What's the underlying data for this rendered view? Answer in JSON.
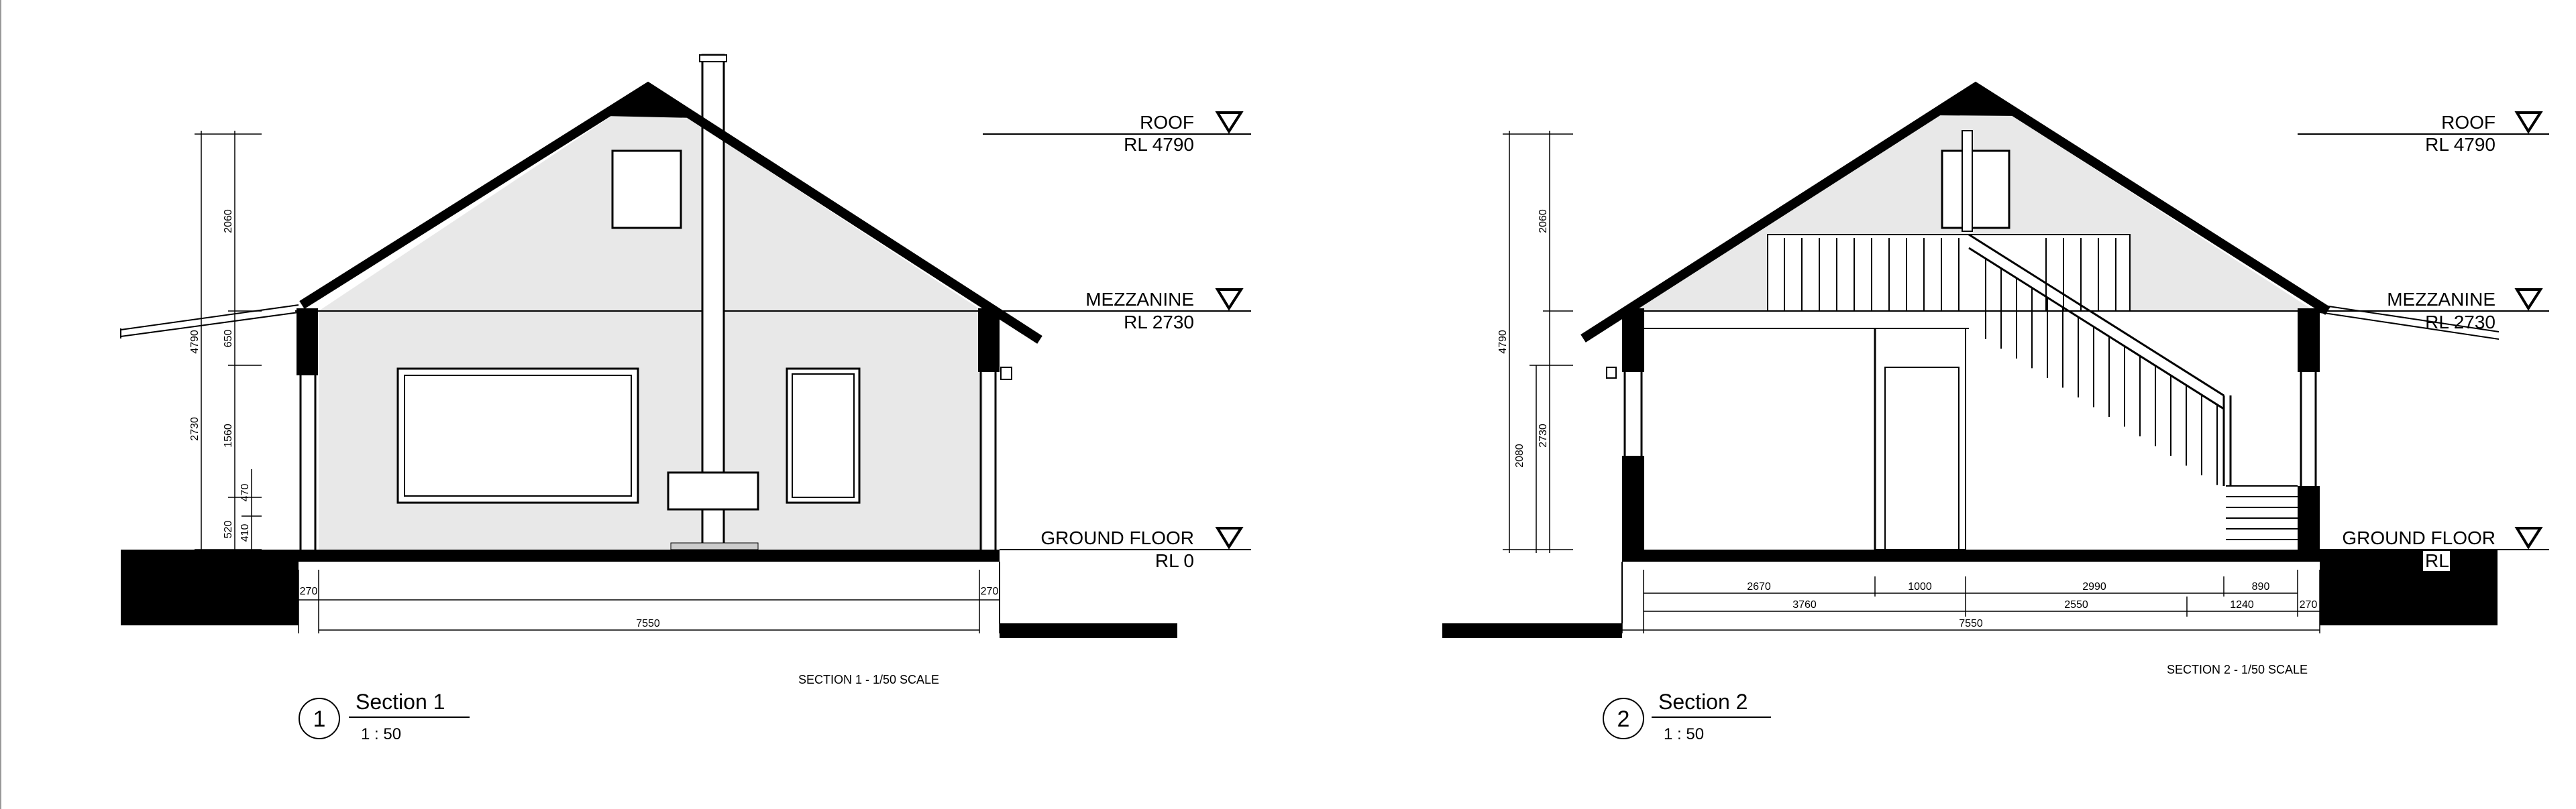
{
  "section1": {
    "levels": {
      "roof": {
        "name": "ROOF",
        "rl": "RL  4790"
      },
      "mezzanine": {
        "name": "MEZZANINE",
        "rl": "RL  2730"
      },
      "ground": {
        "name": "GROUND FLOOR",
        "rl": "RL       0"
      }
    },
    "dims_vertical": {
      "overall": "4790",
      "upper": "2060",
      "lower": "2730",
      "d650": "650",
      "d1560": "1560",
      "d470": "470",
      "d520": "520",
      "d410": "410"
    },
    "dims_horizontal": {
      "wall_left": "270",
      "wall_right": "270",
      "overall": "7550"
    },
    "scale_note": "SECTION 1 - 1/50 SCALE",
    "tag": {
      "number": "1",
      "title": "Section 1",
      "scale": "1 : 50"
    }
  },
  "section2": {
    "levels": {
      "roof": {
        "name": "ROOF",
        "rl": "RL  4790"
      },
      "mezzanine": {
        "name": "MEZZANINE",
        "rl": "RL  2730"
      },
      "ground": {
        "name": "GROUND FLOOR",
        "rl": "RL"
      }
    },
    "dims_vertical": {
      "overall": "4790",
      "upper": "2060",
      "lower": "2730",
      "d2080": "2080"
    },
    "dims_horizontal": {
      "row1": [
        "2670",
        "1000",
        "2990",
        "890"
      ],
      "row2": [
        "3760",
        "2550",
        "1240",
        "270"
      ],
      "overall": "7550"
    },
    "scale_note": "SECTION 2 - 1/50 SCALE",
    "tag": {
      "number": "2",
      "title": "Section 2",
      "scale": "1 : 50"
    }
  },
  "colors": {
    "fill": "#e8e8e8",
    "ink": "#000000",
    "dim": "#333333"
  }
}
